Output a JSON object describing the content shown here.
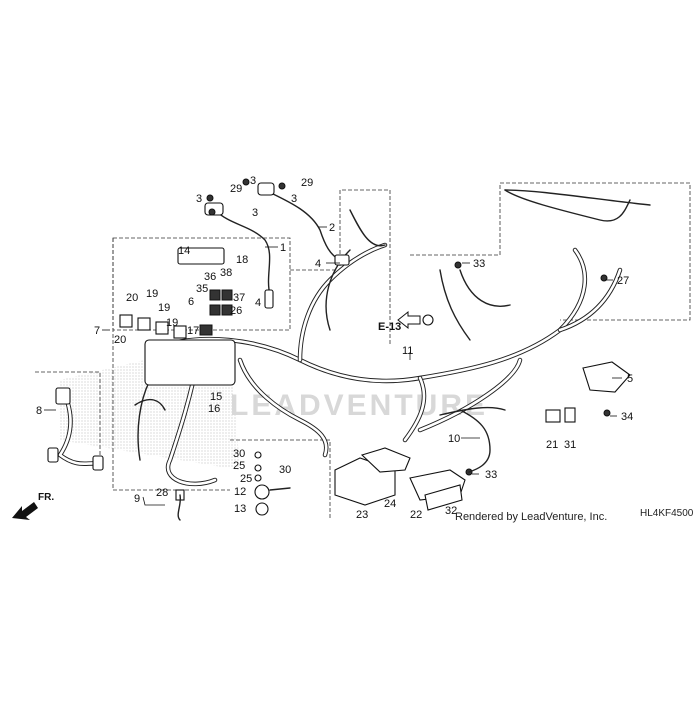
{
  "diagram": {
    "ref_code": "E-13",
    "direction_label": "FR.",
    "drawing_code": "HL4KF4500",
    "credit": "Rendered by LeadVenture, Inc.",
    "watermark": "LEADVENTURE",
    "callouts": [
      "1",
      "2",
      "3",
      "3",
      "3",
      "3",
      "4",
      "4",
      "5",
      "6",
      "7",
      "8",
      "9",
      "10",
      "11",
      "12",
      "13",
      "14",
      "15",
      "16",
      "17",
      "18",
      "19",
      "19",
      "19",
      "20",
      "20",
      "21",
      "22",
      "23",
      "24",
      "25",
      "25",
      "26",
      "27",
      "28",
      "29",
      "29",
      "30",
      "30",
      "31",
      "32",
      "33",
      "33",
      "34",
      "35",
      "36",
      "37",
      "38"
    ]
  }
}
